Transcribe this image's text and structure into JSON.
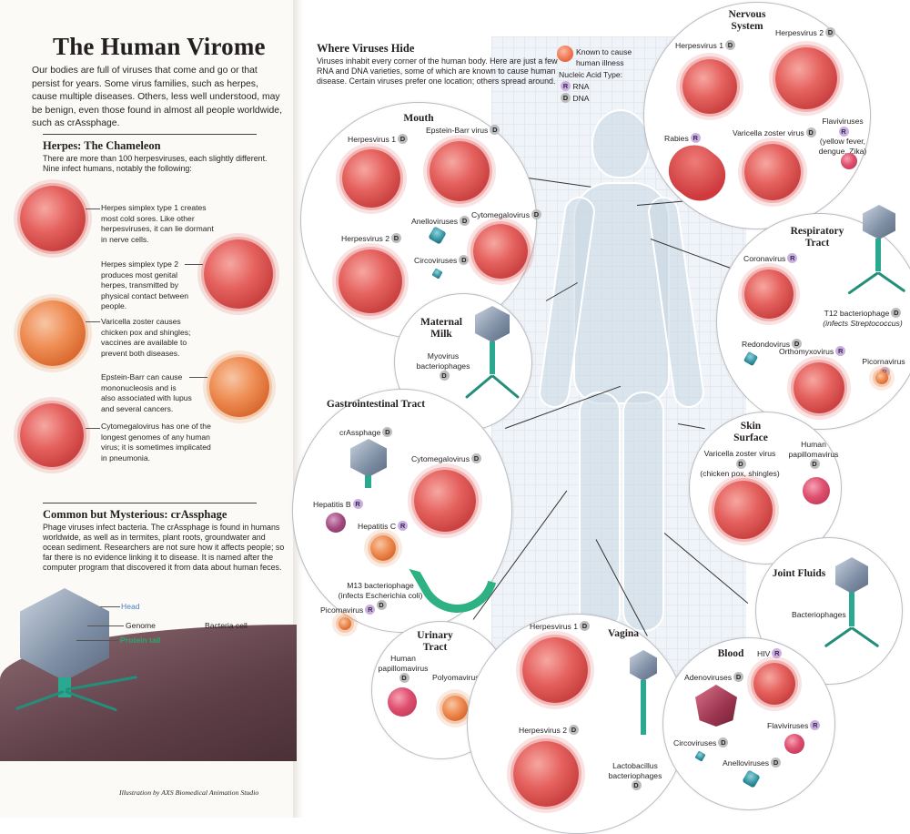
{
  "left": {
    "title": "The Human Virome",
    "intro": "Our bodies are full of viruses that come and go or that persist for years. Some virus families, such as herpes, cause multiple diseases. Others, less well understood, may be benign, even those found in almost all people worldwide, such as crAssphage.",
    "herpes_heading": "Herpes: The Chameleon",
    "herpes_sub": "There are more than 100 herpesviruses, each slightly different. Nine infect humans, notably the following:",
    "herpes_items": [
      {
        "name": "Herpes simplex type 1",
        "desc": "creates most cold sores. Like other herpesviruses, it can lie dormant in nerve cells."
      },
      {
        "name": "Herpes simplex type 2",
        "desc": "produces most genital herpes, transmitted by physical contact between people."
      },
      {
        "name": "Varicella zoster",
        "desc": "causes chicken pox and shingles; vaccines are available to prevent both diseases."
      },
      {
        "name": "Epstein-Barr",
        "desc": "can cause mononucleosis and is also associated with lupus and several cancers."
      },
      {
        "name": "Cytomegalovirus",
        "desc": "has one of the longest genomes of any human virus; it is sometimes implicated in pneumonia."
      }
    ],
    "crass_heading": "Common but Mysterious: crAssphage",
    "crass_text": "Phage viruses infect bacteria. The crAssphage is found in humans worldwide, as well as in termites, plant roots, groundwater and ocean sediment. Researchers are not sure how it affects people; so far there is no evidence linking it to disease. It is named after the computer program that discovered it from data about human feces.",
    "diagram_labels": {
      "head": "Head",
      "genome": "Genome",
      "tail": "Protein tail",
      "cell": "Bacteria cell"
    },
    "credit": "Illustration by AXS Biomedical Animation Studio",
    "colors": {
      "head_label": "#4a7fc1",
      "tail_label": "#2aa86a"
    }
  },
  "right": {
    "heading": "Where Viruses Hide",
    "intro": "Viruses inhabit every corner of the human body. Here are just a few RNA and DNA varieties, some of which are known to cause human disease. Certain viruses prefer one location; others spread around.",
    "legend": {
      "illness": "Known to cause human illness",
      "nucleic": "Nucleic Acid Type:",
      "rna": "RNA",
      "dna": "DNA",
      "r": "R",
      "d": "D"
    },
    "mouth": {
      "title": "Mouth",
      "items": [
        "Herpesvirus 1",
        "Epstein-Barr virus",
        "Anelloviruses",
        "Cytomegalovirus",
        "Herpesvirus 2",
        "Circoviruses"
      ]
    },
    "milk": {
      "title": "Maternal Milk",
      "items": [
        "Myovirus bacteriophages"
      ]
    },
    "gi": {
      "title": "Gastrointestinal Tract",
      "items": [
        "crAssphage",
        "Cytomegalovirus",
        "Hepatitis B",
        "Hepatitis C",
        "M13 bacteriophage",
        "(infects Escherichia coli)",
        "Picornavirus"
      ]
    },
    "urinary": {
      "title": "Urinary Tract",
      "items": [
        "Human papillomavirus",
        "Polyomaviruses"
      ]
    },
    "vagina": {
      "title": "Vagina",
      "items": [
        "Herpesvirus 1",
        "Herpesvirus 2",
        "Lactobacillus bacteriophages"
      ]
    },
    "blood": {
      "title": "Blood",
      "items": [
        "HIV",
        "Adenoviruses",
        "Flaviviruses",
        "Circoviruses",
        "Anelloviruses"
      ]
    },
    "joint": {
      "title": "Joint Fluids",
      "items": [
        "Bacteriophages"
      ]
    },
    "skin": {
      "title": "Skin Surface",
      "items": [
        "Varicella zoster virus",
        "(chicken pox, shingles)",
        "Human papillomavirus"
      ]
    },
    "resp": {
      "title": "Respiratory Tract",
      "items": [
        "Coronavirus",
        "T12 bacteriophage",
        "(infects Streptococcus)",
        "Redondovirus",
        "Orthomyxovirus",
        "Picornavirus"
      ]
    },
    "nervous": {
      "title": "Nervous System",
      "items": [
        "Herpesvirus 1",
        "Herpesvirus 2",
        "Rabies",
        "Varicella zoster virus",
        "Flaviviruses",
        "(yellow fever, dengue, Zika)"
      ]
    }
  }
}
